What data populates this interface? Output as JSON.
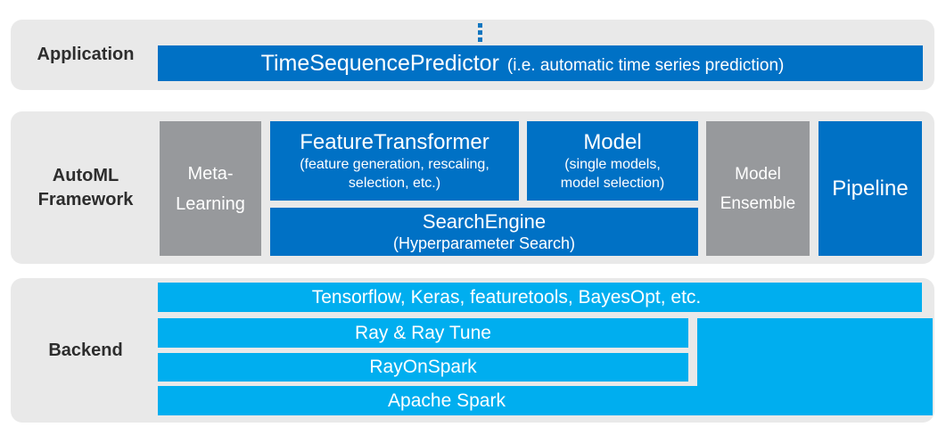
{
  "application": {
    "label": "Application",
    "bar": {
      "title": "TimeSequencePredictor",
      "subtitle": "(i.e. automatic time series prediction)"
    }
  },
  "automl": {
    "label_line1": "AutoML",
    "label_line2": "Framework",
    "meta_learning": {
      "line1": "Meta-",
      "line2": "Learning"
    },
    "feature_transformer": {
      "title": "FeatureTransformer",
      "sub_line1": "(feature generation, rescaling,",
      "sub_line2": "selection, etc.)"
    },
    "model": {
      "title": "Model",
      "sub_line1": "(single models,",
      "sub_line2": "model selection)"
    },
    "search_engine": {
      "title": "SearchEngine",
      "subtitle": "(Hyperparameter Search)"
    },
    "model_ensemble": {
      "line1": "Model",
      "line2": "Ensemble"
    },
    "pipeline": {
      "title": "Pipeline"
    }
  },
  "backend": {
    "label": "Backend",
    "bars": [
      {
        "label": "Tensorflow, Keras, featuretools, BayesOpt, etc."
      },
      {
        "label": "Ray & Ray Tune"
      },
      {
        "label": "RayOnSpark"
      },
      {
        "label": "Apache Spark"
      }
    ]
  },
  "icons": {
    "more": "vertical-ellipsis"
  },
  "colors": {
    "primary_blue": "#0071c5",
    "cyan": "#00aeef",
    "box_gray": "#97999c",
    "band_background": "#e9e9e9",
    "label_text": "#2d2d2d",
    "box_text": "#ffffff"
  }
}
